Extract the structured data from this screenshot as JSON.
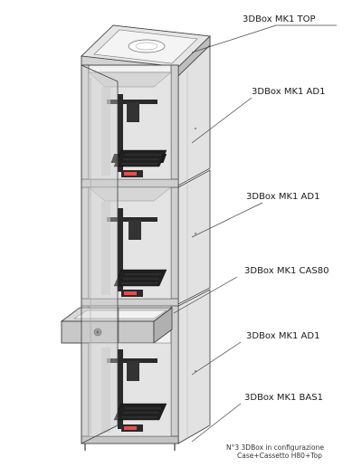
{
  "labels": {
    "top": "3DBox MK1 TOP",
    "ad1_upper": "3DBox MK1 AD1",
    "ad1_middle": "3DBox MK1 AD1",
    "cas80": "3DBox MK1 CAS80",
    "ad1_lower": "3DBox MK1 AD1",
    "bas1": "3DBox MK1 BAS1"
  },
  "caption": {
    "line1": "N°3 3DBox in configurazione",
    "line2": "Case+Cassetto H80+Top"
  },
  "colors": {
    "panel_light": "#ececec",
    "panel_mid": "#d4d4d4",
    "panel_dark": "#b6b6b6",
    "glass": "#dadada",
    "outline": "#3c3c3c",
    "printer": "#202020",
    "lcd": "#e05050"
  }
}
